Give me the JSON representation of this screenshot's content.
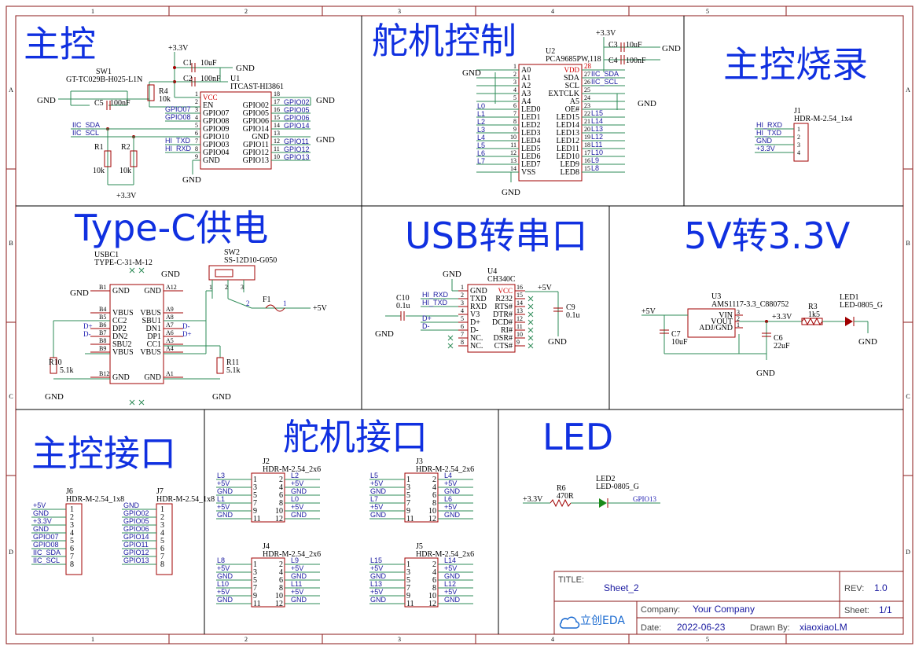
{
  "frame": {
    "cols": [
      "1",
      "2",
      "3",
      "4",
      "5"
    ],
    "rows": [
      "A",
      "B",
      "C",
      "D"
    ]
  },
  "sections": {
    "main": "主控",
    "servo": "舵机控制",
    "burn": "主控烧录",
    "typec": "Type-C供电",
    "usb": "USB转串口",
    "ldo": "5V转3.3V",
    "mcu_if": "主控接口",
    "servo_if": "舵机接口",
    "led": "LED"
  },
  "main": {
    "v33": "+3.3V",
    "gnd": "GND",
    "sw1": "SW1",
    "sw1_part": "GT-TC029B-H025-L1N",
    "c1": "C1",
    "c1v": "10uF",
    "c2": "C2",
    "c2v": "100nF",
    "c5": "C5",
    "c5v": "100nF",
    "r4": "R4",
    "r4v": "10k",
    "r1": "R1",
    "r1v": "10k",
    "r2": "R2",
    "r2v": "10k",
    "u1": "U1",
    "u1_part": "ITCAST-HI3861",
    "left_pins": [
      {
        "n": "1",
        "l": "VCC"
      },
      {
        "n": "2",
        "l": "EN"
      },
      {
        "n": "3",
        "l": "GPIO07"
      },
      {
        "n": "4",
        "l": "GPIO08"
      },
      {
        "n": "5",
        "l": "GPIO09"
      },
      {
        "n": "6",
        "l": "GPIO10"
      },
      {
        "n": "7",
        "l": "GPIO03"
      },
      {
        "n": "8",
        "l": "GPIO04"
      },
      {
        "n": "9",
        "l": "GND"
      }
    ],
    "right_pins": [
      {
        "n": "18",
        "l": ""
      },
      {
        "n": "17",
        "l": "GPIO02"
      },
      {
        "n": "16",
        "l": "GPIO05"
      },
      {
        "n": "15",
        "l": "GPIO06"
      },
      {
        "n": "14",
        "l": "GPIO14"
      },
      {
        "n": "13",
        "l": "GND"
      },
      {
        "n": "12",
        "l": "GPIO11"
      },
      {
        "n": "11",
        "l": "GPIO12"
      },
      {
        "n": "10",
        "l": "GPIO13"
      }
    ],
    "left_nets": [
      "GPIO07",
      "GPIO08",
      "IIC_SDA",
      "IIC_SCL",
      "HI_TXD",
      "HI_RXD"
    ],
    "right_nets": [
      "GPIO02",
      "GPIO05",
      "GPIO06",
      "GPIO14",
      "GPIO11",
      "GPIO12",
      "GPIO13"
    ]
  },
  "servo": {
    "v33": "+3.3V",
    "gnd": "GND",
    "c3": "C3",
    "c3v": "10uF",
    "c4": "C4",
    "c4v": "100nF",
    "u2": "U2",
    "u2_part": "PCA9685PW,118",
    "left_pins": [
      {
        "n": "1",
        "l": "A0"
      },
      {
        "n": "2",
        "l": "A1"
      },
      {
        "n": "3",
        "l": "A2"
      },
      {
        "n": "4",
        "l": "A3"
      },
      {
        "n": "5",
        "l": "A4"
      },
      {
        "n": "6",
        "l": "LED0"
      },
      {
        "n": "7",
        "l": "LED1"
      },
      {
        "n": "8",
        "l": "LED2"
      },
      {
        "n": "9",
        "l": "LED3"
      },
      {
        "n": "10",
        "l": "LED4"
      },
      {
        "n": "11",
        "l": "LED5"
      },
      {
        "n": "12",
        "l": "LED6"
      },
      {
        "n": "13",
        "l": "LED7"
      },
      {
        "n": "14",
        "l": "VSS"
      }
    ],
    "right_pins": [
      {
        "n": "28",
        "l": "VDD"
      },
      {
        "n": "27",
        "l": "SDA"
      },
      {
        "n": "26",
        "l": "SCL"
      },
      {
        "n": "25",
        "l": "EXTCLK"
      },
      {
        "n": "24",
        "l": "A5"
      },
      {
        "n": "23",
        "l": "OE#"
      },
      {
        "n": "22",
        "l": "LED15"
      },
      {
        "n": "21",
        "l": "LED14"
      },
      {
        "n": "20",
        "l": "LED13"
      },
      {
        "n": "19",
        "l": "LED12"
      },
      {
        "n": "18",
        "l": "LED11"
      },
      {
        "n": "17",
        "l": "LED10"
      },
      {
        "n": "16",
        "l": "LED9"
      },
      {
        "n": "15",
        "l": "LED8"
      }
    ],
    "left_nets": [
      "L0",
      "L1",
      "L2",
      "L3",
      "L4",
      "L5",
      "L6",
      "L7"
    ],
    "right_nets": [
      "IIC_SDA",
      "IIC_SCL",
      "L15",
      "L14",
      "L13",
      "L12",
      "L11",
      "L10",
      "L9",
      "L8"
    ]
  },
  "burn": {
    "j1": "J1",
    "j1_part": "HDR-M-2.54_1x4",
    "nets": [
      "HI_RXD",
      "HI_TXD",
      "GND",
      "+3.3V"
    ],
    "pins": [
      "1",
      "2",
      "3",
      "4"
    ]
  },
  "typec": {
    "usbc1": "USBC1",
    "usbc1_part": "TYPE-C-31-M-12",
    "sw2": "SW2",
    "sw2_part": "SS-12D10-G050",
    "f1": "F1",
    "f1_pin": "1",
    "f1_pin2": "2",
    "v5": "+5V",
    "gnd": "GND",
    "left_pins": [
      {
        "n": "B1",
        "l": "GND"
      },
      {
        "n": "B4",
        "l": "VBUS"
      },
      {
        "n": "B5",
        "l": "CC2"
      },
      {
        "n": "B6",
        "l": "DP2"
      },
      {
        "n": "B7",
        "l": "DN2"
      },
      {
        "n": "B8",
        "l": "SBU2"
      },
      {
        "n": "B9",
        "l": "VBUS"
      },
      {
        "n": "B12",
        "l": "GND"
      }
    ],
    "right_pins": [
      {
        "n": "A12",
        "l": "GND"
      },
      {
        "n": "A9",
        "l": "VBUS"
      },
      {
        "n": "A8",
        "l": "SBU1"
      },
      {
        "n": "A7",
        "l": "DN1"
      },
      {
        "n": "A6",
        "l": "DP1"
      },
      {
        "n": "A5",
        "l": "CC1"
      },
      {
        "n": "A4",
        "l": "VBUS"
      },
      {
        "n": "A1",
        "l": "GND"
      }
    ],
    "dp": "D+",
    "dm": "D-",
    "r10": "R10",
    "r10v": "5.1k",
    "r11": "R11",
    "r11v": "5.1k",
    "sw_pins": [
      "1",
      "2",
      "3"
    ]
  },
  "usb": {
    "u4": "U4",
    "u4_part": "CH340C",
    "c10": "C10",
    "c10v": "0.1u",
    "c9": "C9",
    "c9v": "0.1u",
    "v5": "+5V",
    "gnd": "GND",
    "left_pins": [
      {
        "n": "1",
        "l": "GND"
      },
      {
        "n": "2",
        "l": "TXD"
      },
      {
        "n": "3",
        "l": "RXD"
      },
      {
        "n": "4",
        "l": "V3"
      },
      {
        "n": "5",
        "l": "D+"
      },
      {
        "n": "6",
        "l": "D-"
      },
      {
        "n": "7",
        "l": "NC."
      },
      {
        "n": "8",
        "l": "NC."
      }
    ],
    "right_pins": [
      {
        "n": "16",
        "l": "VCC"
      },
      {
        "n": "15",
        "l": "R232"
      },
      {
        "n": "14",
        "l": "RTS#"
      },
      {
        "n": "13",
        "l": "DTR#"
      },
      {
        "n": "12",
        "l": "DCD#"
      },
      {
        "n": "11",
        "l": "RI#"
      },
      {
        "n": "10",
        "l": "DSR#"
      },
      {
        "n": "9",
        "l": "CTS#"
      }
    ],
    "left_nets": [
      "HI_RXD",
      "HI_TXD",
      "D+",
      "D-"
    ]
  },
  "ldo": {
    "u3": "U3",
    "u3_part": "AMS1117-3.3_C880752",
    "v5": "+5V",
    "v33": "+3.3V",
    "gnd": "GND",
    "pins": [
      {
        "n": "3",
        "l": "VIN"
      },
      {
        "n": "2",
        "l": "VOUT"
      },
      {
        "n": "1",
        "l": "ADJ/GND"
      }
    ],
    "c7": "C7",
    "c7v": "10uF",
    "c6": "C6",
    "c6v": "22uF",
    "r3": "R3",
    "r3v": "1k5",
    "led1": "LED1",
    "led1_part": "LED-0805_G"
  },
  "mcu_if": {
    "j6": "J6",
    "j6_part": "HDR-M-2.54_1x8",
    "j7": "J7",
    "j7_part": "HDR-M-2.54_1x8",
    "j6_nets": [
      "+5V",
      "GND",
      "+3.3V",
      "GND",
      "GPIO07",
      "GPIO08",
      "IIC_SDA",
      "IIC_SCL"
    ],
    "j7_nets": [
      "GND",
      "GPIO02",
      "GPIO05",
      "GPIO06",
      "GPIO14",
      "GPIO11",
      "GPIO12",
      "GPIO13"
    ],
    "pins": [
      "1",
      "2",
      "3",
      "4",
      "5",
      "6",
      "7",
      "8"
    ]
  },
  "servo_if": {
    "part": "HDR-M-2.54_2x6",
    "headers": [
      {
        "ref": "J2",
        "left": [
          "L3",
          "+5V",
          "GND",
          "L1",
          "+5V",
          "GND"
        ],
        "right": [
          "L2",
          "+5V",
          "GND",
          "L0",
          "+5V",
          "GND"
        ]
      },
      {
        "ref": "J3",
        "left": [
          "L5",
          "+5V",
          "GND",
          "L7",
          "+5V",
          "GND"
        ],
        "right": [
          "L4",
          "+5V",
          "GND",
          "L6",
          "+5V",
          "GND"
        ]
      },
      {
        "ref": "J4",
        "left": [
          "L8",
          "+5V",
          "GND",
          "L10",
          "+5V",
          "GND"
        ],
        "right": [
          "L9",
          "+5V",
          "GND",
          "L11",
          "+5V",
          "GND"
        ]
      },
      {
        "ref": "J5",
        "left": [
          "L15",
          "+5V",
          "GND",
          "L13",
          "+5V",
          "GND"
        ],
        "right": [
          "L14",
          "+5V",
          "GND",
          "L12",
          "+5V",
          "GND"
        ]
      }
    ],
    "lpins": [
      "1",
      "3",
      "5",
      "7",
      "9",
      "11"
    ],
    "rpins": [
      "2",
      "4",
      "6",
      "8",
      "10",
      "12"
    ]
  },
  "led": {
    "v33": "+3.3V",
    "r6": "R6",
    "r6v": "470R",
    "led2": "LED2",
    "led2_part": "LED-0805_G",
    "net": "GPIO13"
  },
  "title_block": {
    "title_label": "TITLE:",
    "title": "Sheet_2",
    "rev_label": "REV:",
    "rev": "1.0",
    "company_label": "Company:",
    "company": "Your Company",
    "sheet_label": "Sheet:",
    "sheet": "1/1",
    "date_label": "Date:",
    "date": "2022-06-23",
    "drawn_label": "Drawn By:",
    "drawn": "xiaoxiaoLM",
    "logo": "立创EDA"
  }
}
